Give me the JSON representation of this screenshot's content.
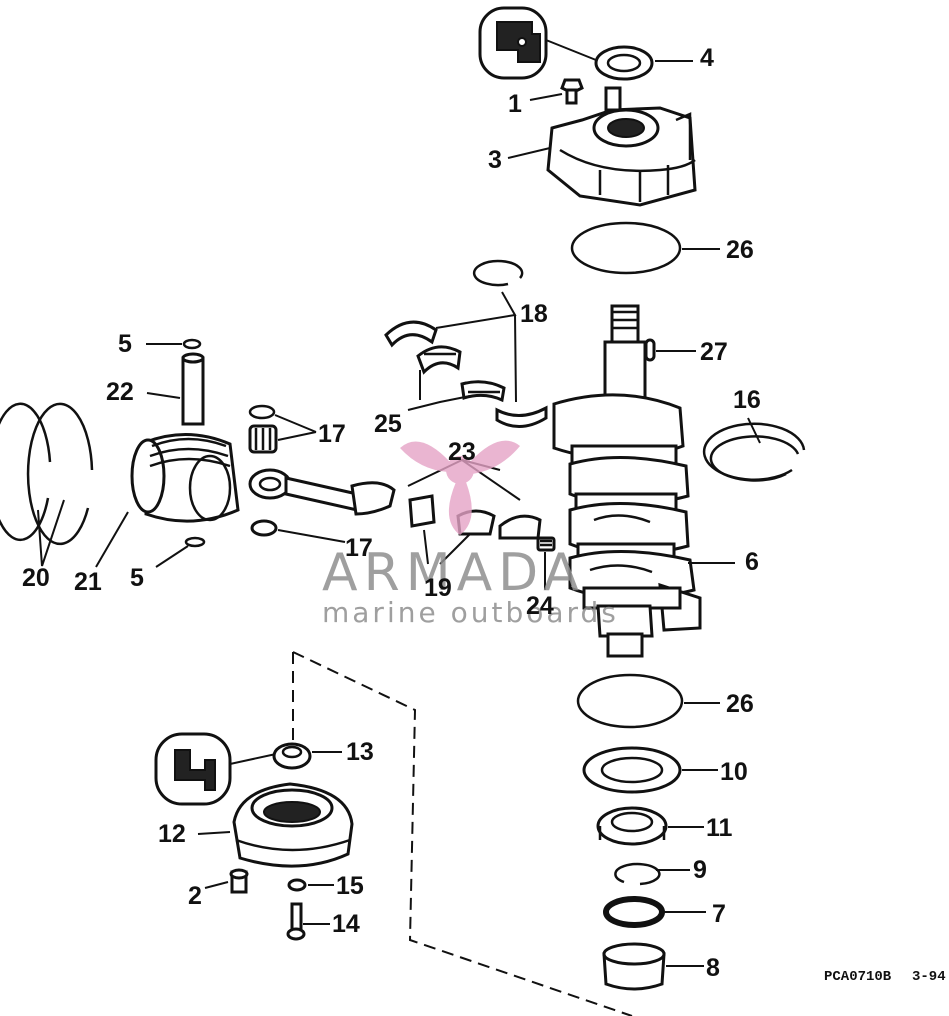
{
  "diagram": {
    "callouts": [
      "1",
      "2",
      "3",
      "4",
      "5",
      "5",
      "6",
      "7",
      "8",
      "9",
      "10",
      "11",
      "12",
      "13",
      "14",
      "15",
      "16",
      "17",
      "17",
      "18",
      "19",
      "20",
      "21",
      "22",
      "23",
      "24",
      "25",
      "26",
      "26",
      "27"
    ],
    "figure_code": "PCA0710B",
    "date_code": "3-94"
  },
  "watermark": {
    "brand": "ARMADA",
    "tagline": "marine outboards",
    "color": "#e5a3c6"
  }
}
